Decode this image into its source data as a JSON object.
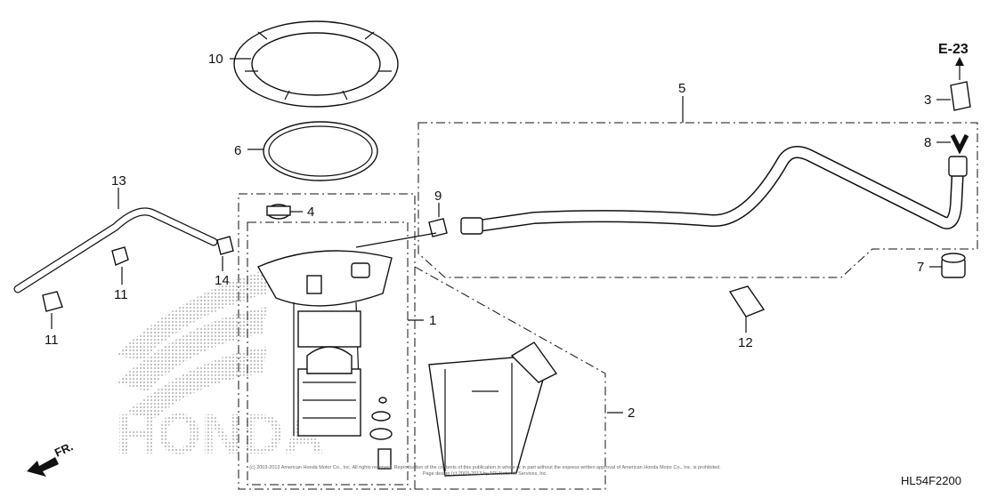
{
  "diagram": {
    "code": "HL54F2200",
    "reference": "E-23",
    "direction_label": "FR.",
    "copyright_line1": "(c) 2003-2013 American Honda Motor Co., Inc. All rights reserved. Reproduction of the contents of this publication in whole or in part without the express written approval of American Honda Motor Co., Inc. is prohibited.",
    "copyright_line2": "Page design (c) 2003-2013 by ARI Network Services, Inc.",
    "watermark": "HONDA"
  },
  "callouts": {
    "c1": "1",
    "c2": "2",
    "c3": "3",
    "c4": "4",
    "c5": "5",
    "c6": "6",
    "c7": "7",
    "c8": "8",
    "c9": "9",
    "c10": "10",
    "c11a": "11",
    "c11b": "11",
    "c12": "12",
    "c13": "13",
    "c14": "14"
  }
}
